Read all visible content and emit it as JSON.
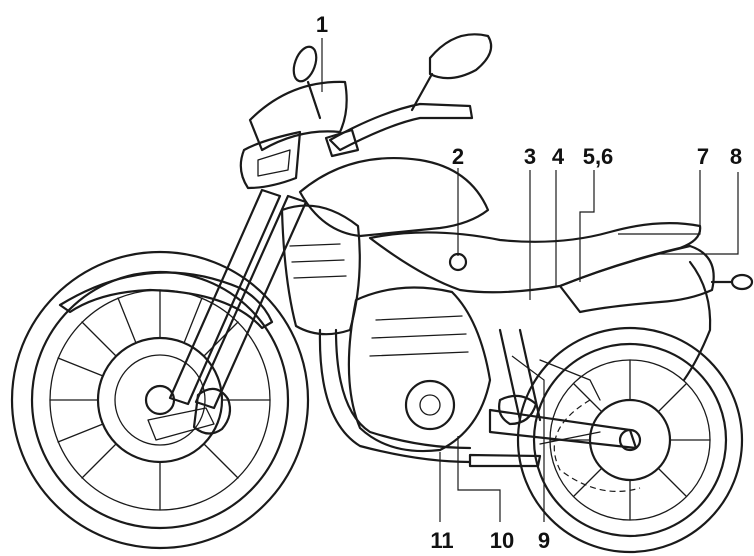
{
  "callouts": {
    "c1": "1",
    "c2": "2",
    "c3": "3",
    "c4": "4",
    "c5_6": "5,6",
    "c7": "7",
    "c8": "8",
    "c9": "9",
    "c10": "10",
    "c11": "11"
  },
  "colors": {
    "ink": "#1a1a1a",
    "background": "#ffffff"
  }
}
